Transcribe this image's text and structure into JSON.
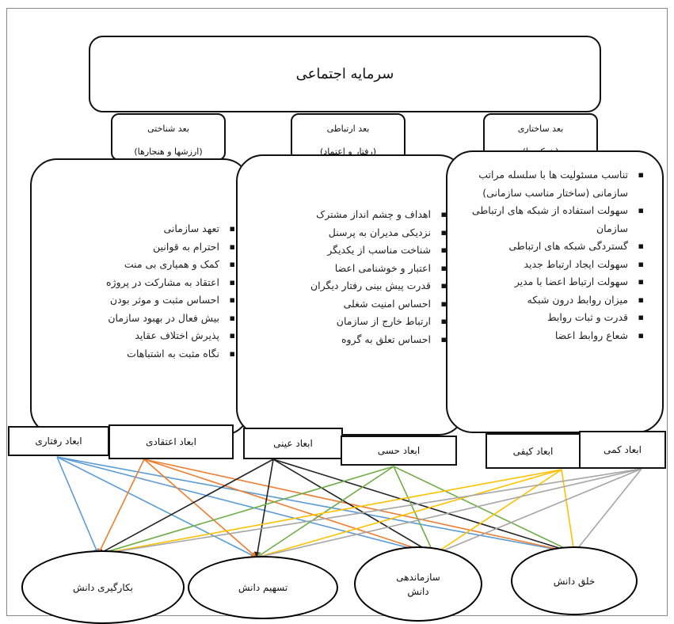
{
  "title": "سرمایه اجتماعی",
  "dimensions": [
    {
      "name": "بعد شناختی",
      "sub": "(ارزشها و هنجارها)"
    },
    {
      "name": "بعد ارتباطی",
      "sub": "(رفتار و اعتماد)"
    },
    {
      "name": "بعد ساختاری",
      "sub": "(شبکه ها)"
    }
  ],
  "cognitive_items": [
    "تعهد سازمانی",
    "احترام به قوانین",
    "کمک و همیاری بی منت",
    "اعتقاد به مشارکت در پروژه",
    "احساس مثبت و موثر بودن",
    "بیش فعال در بهبود سازمان",
    "پذیرش اختلاف عقاید",
    "نگاه مثبت به اشتباهات"
  ],
  "relational_items": [
    "اهداف و چشم انداز مشترک",
    "نزدیکی مدیران به پرسنل",
    "شناخت مناسب از یکدیگر",
    "اعتبار و خوشنامی اعضا",
    "قدرت پیش بینی رفتار دیگران",
    "احساس امنیت شغلی",
    "ارتباط خارج از سازمان",
    "احساس تعلق به گروه"
  ],
  "structural_items": [
    "تناسب مسئولیت ها با سلسله مراتب سازمانی (ساختار مناسب سازمانی)",
    "سهولت استفاده از شبکه های ارتباطی سازمان",
    "گستردگی شبکه های ارتباطی",
    "سهولت ایجاد ارتباط جدید",
    "سهولت ارتباط اعضا با مدیر",
    "میزان روابط درون شبکه",
    "قدرت و ثبات روابط",
    "شعاع روابط اعضا"
  ],
  "aspects": [
    "ابعاد رفتاری",
    "ابعاد اعتقادی",
    "ابعاد عینی",
    "ابعاد حسی",
    "ابعاد کیفی",
    "ابعاد کمی"
  ],
  "outcomes": [
    "بکارگیری دانش",
    "تسهیم دانش",
    "سازماندهی دانش",
    "خلق دانش"
  ],
  "arrow_colors": {
    "behavioral": "#5b9bd5",
    "belief": "#ed7d31",
    "objective": "#222222",
    "sensory": "#70ad47",
    "qualitative": "#ffc000",
    "quantitative": "#a5a5a5"
  }
}
